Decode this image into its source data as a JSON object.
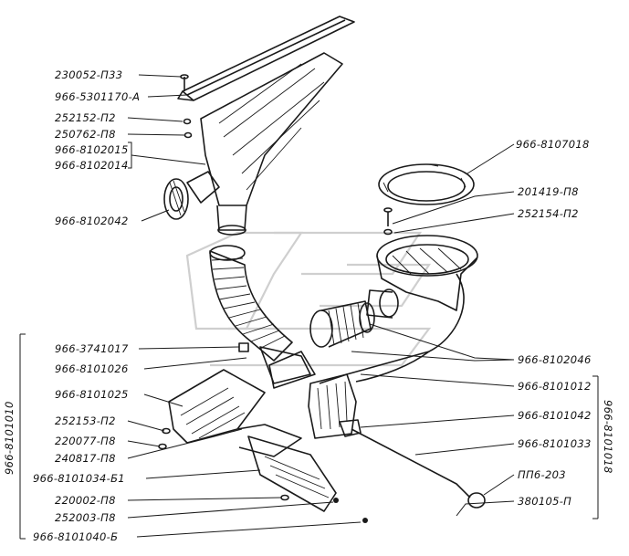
{
  "labels_left": [
    {
      "id": "l1",
      "text": "230052-П33"
    },
    {
      "id": "l2",
      "text": "966-5301170-А"
    },
    {
      "id": "l3",
      "text": "252152-П2"
    },
    {
      "id": "l4",
      "text": "250762-П8"
    },
    {
      "id": "l5",
      "text": "966-8102015"
    },
    {
      "id": "l6",
      "text": "966-8102014"
    },
    {
      "id": "l7",
      "text": "966-8102042"
    },
    {
      "id": "l8",
      "text": "966-3741017"
    },
    {
      "id": "l9",
      "text": "966-8101026"
    },
    {
      "id": "l10",
      "text": "966-8101025"
    },
    {
      "id": "l11",
      "text": "252153-П2"
    },
    {
      "id": "l12",
      "text": "220077-П8"
    },
    {
      "id": "l13",
      "text": "240817-П8"
    },
    {
      "id": "l14",
      "text": "966-8101034-Б1"
    },
    {
      "id": "l15",
      "text": "220002-П8"
    },
    {
      "id": "l16",
      "text": "252003-П8"
    },
    {
      "id": "l17",
      "text": "966-8101040-Б"
    }
  ],
  "labels_right": [
    {
      "id": "r1",
      "text": "966-8107018"
    },
    {
      "id": "r2",
      "text": "201419-П8"
    },
    {
      "id": "r3",
      "text": "252154-П2"
    },
    {
      "id": "r4",
      "text": "966-8102046"
    },
    {
      "id": "r5",
      "text": "966-8101012"
    },
    {
      "id": "r6",
      "text": "966-8101042"
    },
    {
      "id": "r7",
      "text": "966-8101033"
    },
    {
      "id": "r8",
      "text": "ПП6-203"
    },
    {
      "id": "r9",
      "text": "380105-П"
    }
  ],
  "group_left": "966-8101010",
  "group_right": "966-8101018"
}
